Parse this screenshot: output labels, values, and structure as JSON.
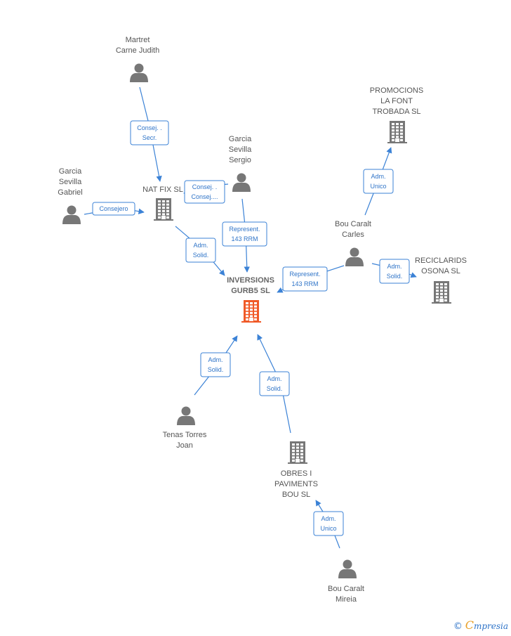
{
  "nodes": {
    "martret": {
      "type": "person",
      "lines": [
        "Martret",
        "Carne Judith"
      ]
    },
    "garcia_sergio": {
      "type": "person",
      "lines": [
        "Garcia",
        "Sevilla",
        "Sergio"
      ]
    },
    "garcia_gabriel": {
      "type": "person",
      "lines": [
        "Garcia",
        "Sevilla",
        "Gabriel"
      ]
    },
    "natfix": {
      "type": "company",
      "lines": [
        "NAT FIX SL"
      ]
    },
    "inversions": {
      "type": "company-main",
      "lines": [
        "INVERSIONS",
        "GURB5  SL"
      ]
    },
    "promocions": {
      "type": "company",
      "lines": [
        "PROMOCIONS",
        "LA FONT",
        "TROBADA  SL"
      ]
    },
    "bou_carles": {
      "type": "person",
      "lines": [
        "Bou Caralt",
        "Carles"
      ]
    },
    "reciclarids": {
      "type": "company",
      "lines": [
        "RECICLARIDS",
        "OSONA SL"
      ]
    },
    "tenas": {
      "type": "person",
      "lines": [
        "Tenas Torres",
        "Joan"
      ]
    },
    "obres": {
      "type": "company",
      "lines": [
        "OBRES I",
        "PAVIMENTS",
        "BOU  SL"
      ]
    },
    "bou_mireia": {
      "type": "person",
      "lines": [
        "Bou Caralt",
        "Mireia"
      ]
    }
  },
  "edges": [
    {
      "id": "martret-natfix",
      "lines": [
        "Consej. .",
        "Secr."
      ]
    },
    {
      "id": "gabriel-natfix",
      "lines": [
        "Consejero"
      ]
    },
    {
      "id": "sergio-natfix",
      "lines": [
        "Consej. .",
        "Consej...."
      ]
    },
    {
      "id": "natfix-inversions",
      "lines": [
        "Adm.",
        "Solid."
      ]
    },
    {
      "id": "sergio-inversions",
      "lines": [
        "Represent.",
        "143 RRM"
      ]
    },
    {
      "id": "carles-inversions",
      "lines": [
        "Represent.",
        "143 RRM"
      ]
    },
    {
      "id": "carles-promocions",
      "lines": [
        "Adm.",
        "Unico"
      ]
    },
    {
      "id": "carles-reciclarids",
      "lines": [
        "Adm.",
        "Solid."
      ]
    },
    {
      "id": "tenas-inversions",
      "lines": [
        "Adm.",
        "Solid."
      ]
    },
    {
      "id": "obres-inversions",
      "lines": [
        "Adm.",
        "Solid."
      ]
    },
    {
      "id": "mireia-obres",
      "lines": [
        "Adm.",
        "Unico"
      ]
    }
  ],
  "footer": {
    "copyright": "©",
    "brand_initial": "C",
    "brand_rest": "mpresia"
  },
  "colors": {
    "edge": "#3b82d6",
    "node": "#777777",
    "main": "#f05a28"
  }
}
